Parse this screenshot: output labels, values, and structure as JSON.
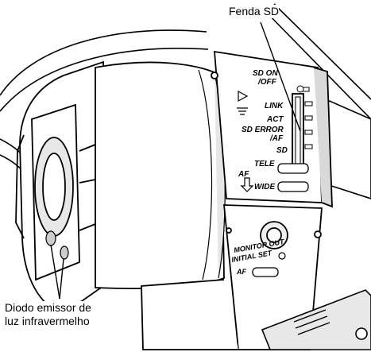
{
  "callouts": {
    "sd_slot": "Fenda SD",
    "ir_led_line1": "Diodo emissor de",
    "ir_led_line2": "luz infravermelho"
  },
  "panel_labels": {
    "sd_on_off_1": "SD ON",
    "sd_on_off_2": "/OFF",
    "link": "LINK",
    "act": "ACT",
    "sd_error_1": "SD ERROR",
    "sd_error_2": "/AF",
    "sd": "SD",
    "tele": "TELE",
    "af_top": "AF",
    "wide": "WIDE",
    "monitor_out": "MONITOR OUT",
    "initial_set": "INITIAL SET",
    "af_bottom": "AF"
  },
  "colors": {
    "line": "#000000",
    "background": "#ffffff",
    "shade": "#d9d9d9"
  }
}
